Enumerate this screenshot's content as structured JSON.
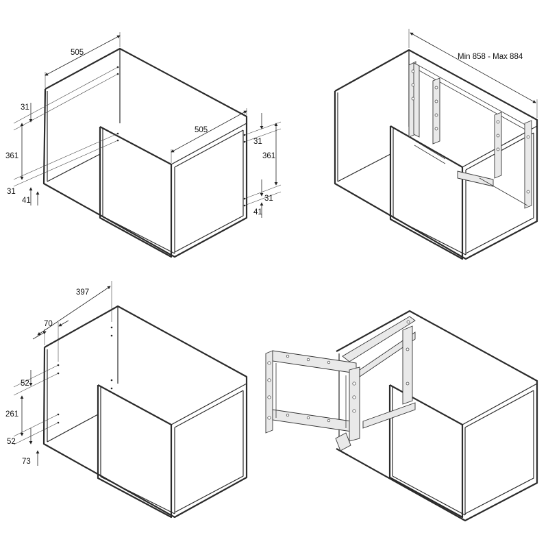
{
  "view_top_left": {
    "width_top": "505",
    "width_front": "505",
    "left_top_offset": "31",
    "left_height": "361",
    "left_bottom_offset": "31",
    "left_base": "41",
    "right_top_offset": "31",
    "right_height": "361",
    "right_bottom_offset": "31",
    "right_base": "41"
  },
  "view_top_right": {
    "range_label": "Min 858 - Max 884"
  },
  "view_bottom_left": {
    "depth": "397",
    "inset": "70",
    "top_offset": "52",
    "height": "261",
    "bottom_offset": "52",
    "base": "73"
  }
}
